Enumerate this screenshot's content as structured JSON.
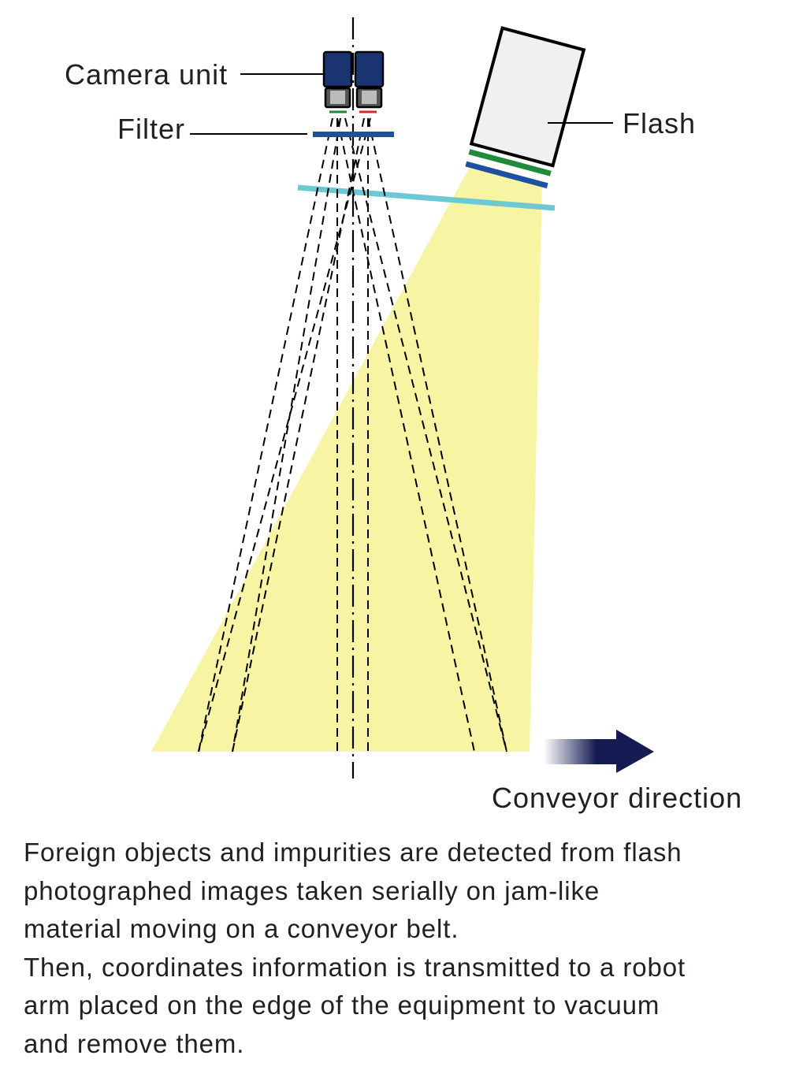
{
  "labels": {
    "camera_unit": "Camera unit",
    "filter": "Filter",
    "flash": "Flash",
    "conveyor_direction": "Conveyor direction"
  },
  "description": {
    "lines": [
      "Foreign objects and impurities are detected from flash",
      "photographed images taken serially on jam-like",
      "material moving on a conveyor belt.",
      "Then, coordinates information is transmitted to a robot",
      "arm placed on the edge of the equipment to vacuum",
      "and remove them."
    ]
  },
  "colors": {
    "light_beam": "#f7f5a4",
    "camera_body": "#1a3570",
    "filter": "#1f4fa0",
    "flash_body": "#f0f0f0",
    "flash_green_filter": "#1e8a3a",
    "flash_blue_filter": "#1f4fa0",
    "glass_plate": "#6cc9d3",
    "arrow": "#141a52",
    "text": "#231f20"
  },
  "icons": {
    "conveyor_arrow": "arrow-right-gradient-icon"
  }
}
